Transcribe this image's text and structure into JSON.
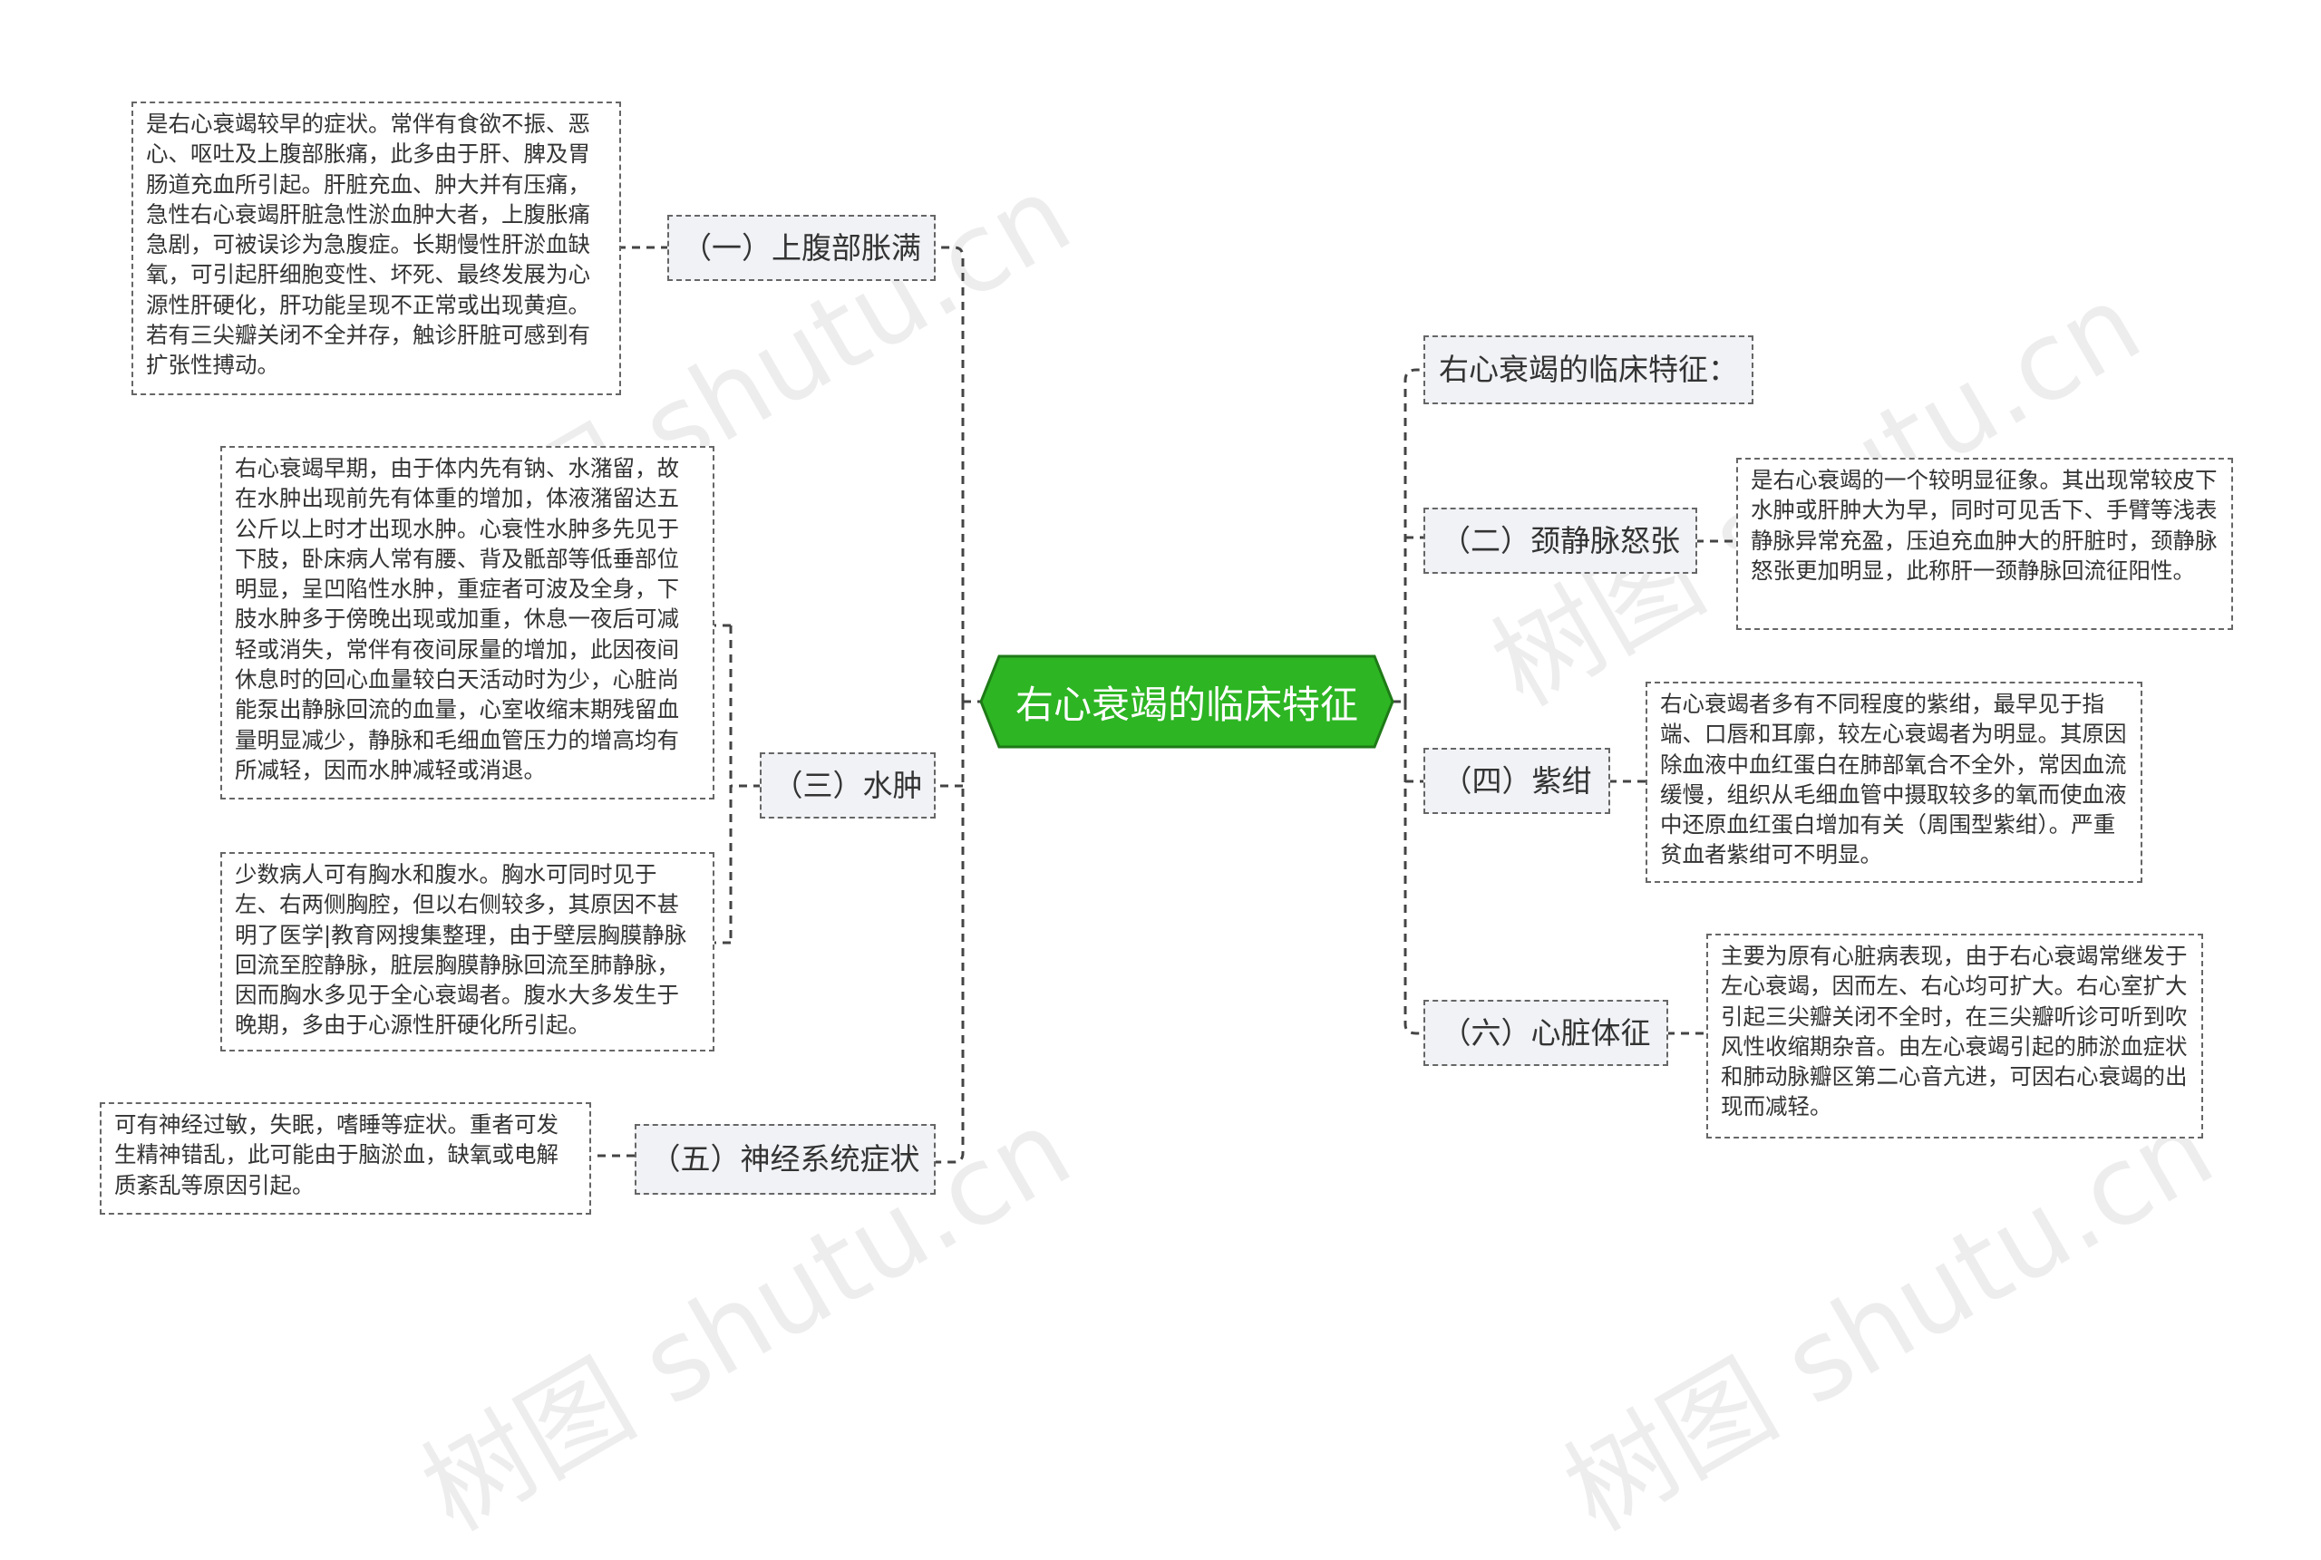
{
  "root": {
    "label": "右心衰竭的临床特征",
    "color": "#2db523"
  },
  "watermark": "树图 shutu.cn",
  "branches": {
    "b1": {
      "label": "（一）上腹部胀满",
      "note": "是右心衰竭较早的症状。常伴有食欲不振、恶心、呕吐及上腹部胀痛，此多由于肝、脾及胃肠道充血所引起。肝脏充血、肿大并有压痛，急性右心衰竭肝脏急性淤血肿大者，上腹胀痛急剧，可被误诊为急腹症。长期慢性肝淤血缺氧，可引起肝细胞变性、坏死、最终发展为心源性肝硬化，肝功能呈现不正常或出现黄疸。若有三尖瓣关闭不全并存，触诊肝脏可感到有扩张性搏动。"
    },
    "b3": {
      "label": "（三）水肿",
      "notes": [
        "右心衰竭早期，由于体内先有钠、水潴留，故在水肿出现前先有体重的增加，体液潴留达五公斤以上时才出现水肿。心衰性水肿多先见于下肢，卧床病人常有腰、背及骶部等低垂部位明显，呈凹陷性水肿，重症者可波及全身，下肢水肿多于傍晚出现或加重，休息一夜后可减轻或消失，常伴有夜间尿量的增加，此因夜间休息时的回心血量较白天活动时为少，心脏尚能泵出静脉回流的血量，心室收缩末期残留血量明显减少，静脉和毛细血管压力的增高均有所减轻，因而水肿减轻或消退。",
        "少数病人可有胸水和腹水。胸水可同时见于左、右两侧胸腔，但以右侧较多，其原因不甚明了医学|教育网搜集整理，由于壁层胸膜静脉回流至腔静脉，脏层胸膜静脉回流至肺静脉，因而胸水多见于全心衰竭者。腹水大多发生于晚期，多由于心源性肝硬化所引起。"
      ]
    },
    "b5": {
      "label": "（五）神经系统症状",
      "note": "可有神经过敏，失眠，嗜睡等症状。重者可发生精神错乱，此可能由于脑淤血，缺氧或电解质紊乱等原因引起。"
    },
    "r0": {
      "label": "右心衰竭的临床特征："
    },
    "b2": {
      "label": "（二）颈静脉怒张",
      "note": "是右心衰竭的一个较明显征象。其出现常较皮下水肿或肝肿大为早，同时可见舌下、手臂等浅表静脉异常充盈，压迫充血肿大的肝脏时，颈静脉怒张更加明显，此称肝一颈静脉回流征阳性。"
    },
    "b4": {
      "label": "（四）紫绀",
      "note": "右心衰竭者多有不同程度的紫绀，最早见于指端、口唇和耳廓，较左心衰竭者为明显。其原因除血液中血红蛋白在肺部氧合不全外，常因血流缓慢，组织从毛细血管中摄取较多的氧而使血液中还原血红蛋白增加有关（周围型紫绀）。严重贫血者紫绀可不明显。"
    },
    "b6": {
      "label": "（六）心脏体征",
      "note": "主要为原有心脏病表现，由于右心衰竭常继发于左心衰竭，因而左、右心均可扩大。右心室扩大引起三尖瓣关闭不全时，在三尖瓣听诊可听到吹风性收缩期杂音。由左心衰竭引起的肺淤血症状和肺动脉瓣区第二心音亢进，可因右心衰竭的出现而减轻。"
    }
  }
}
